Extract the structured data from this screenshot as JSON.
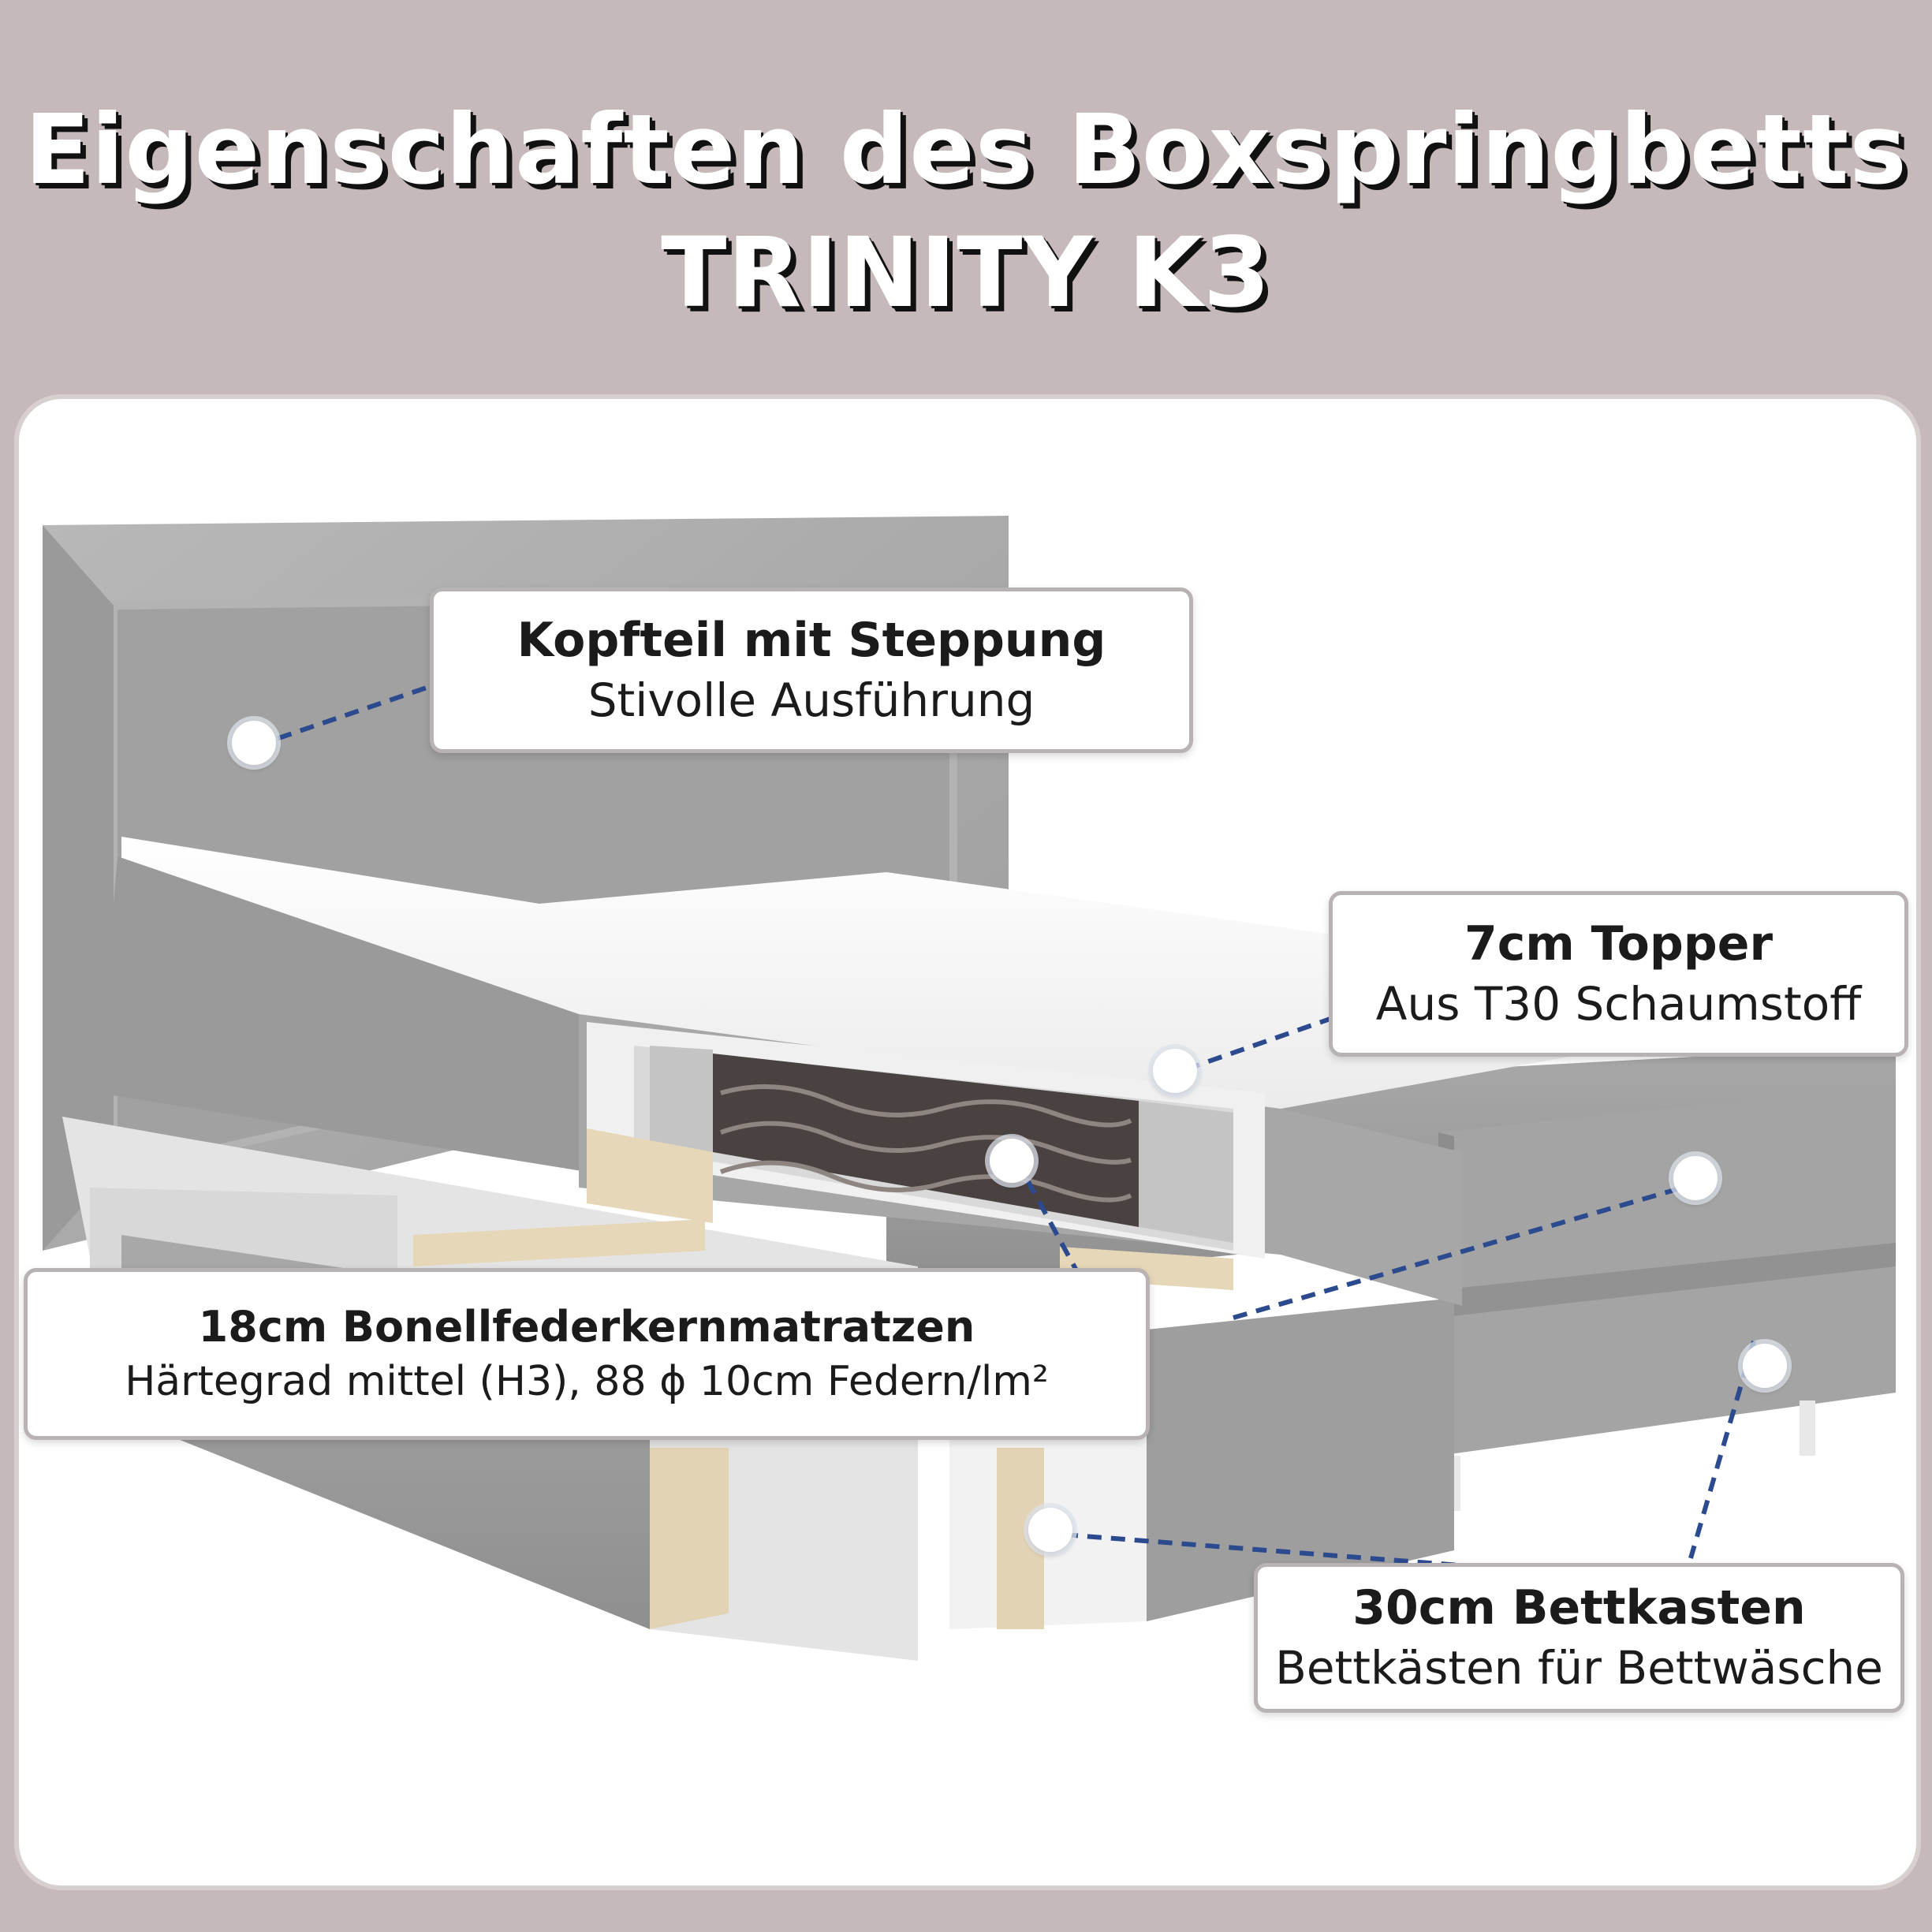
{
  "header": {
    "title_line1": "Eigenschaften des Boxspringbetts",
    "title_line2": "TRINITY K3"
  },
  "callouts": {
    "kopfteil": {
      "title": "Kopfteil mit Steppung",
      "subtitle": "Stivolle Ausführung"
    },
    "topper": {
      "title": "7cm Topper",
      "subtitle": "Aus T30 Schaumstoff"
    },
    "matratze": {
      "title": "18cm Bonellfederkernmatratzen",
      "subtitle": "Härtegrad mittel (H3), 88 ϕ 10cm Federn/lm²"
    },
    "bettkasten": {
      "title": "30cm Bettkasten",
      "subtitle": "Bettkästen für Bettwäsche"
    }
  },
  "colors": {
    "background": "#c5bab9",
    "card": "#ffffff",
    "fabric": "#a7a7a7",
    "leader_line": "#2c4a8e"
  }
}
